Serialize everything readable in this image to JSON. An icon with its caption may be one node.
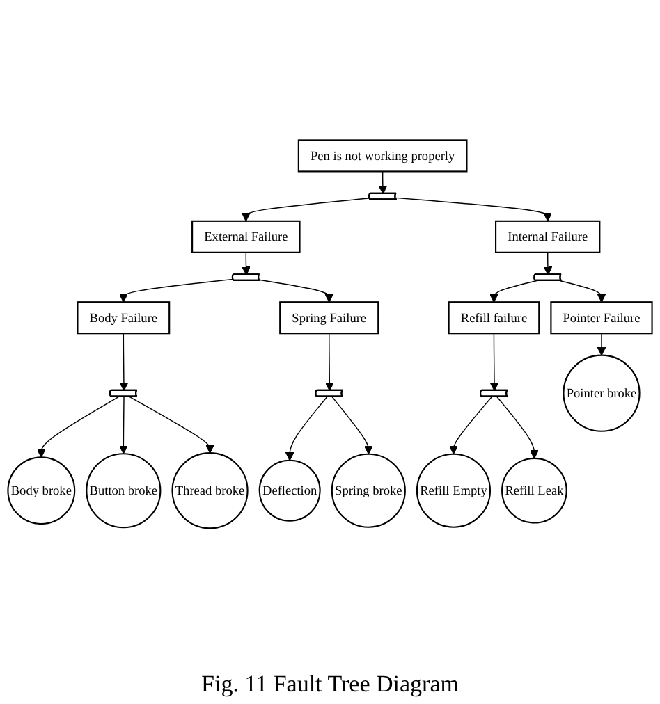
{
  "diagram": {
    "caption": "Fig. 11 Fault Tree Diagram",
    "nodes": [
      {
        "text": [
          "Pen is not working properly"
        ]
      },
      {
        "text": [],
        "shape": "gate"
      },
      {
        "text": [
          "External Failure"
        ]
      },
      {
        "text": [
          "Internal Failure"
        ]
      },
      {
        "text": [],
        "shape": "gate"
      },
      {
        "text": [],
        "shape": "gate"
      },
      {
        "text": [
          "Body Failure"
        ]
      },
      {
        "text": [
          "Spring Failure"
        ]
      },
      {
        "text": [
          "Refill failure"
        ]
      },
      {
        "text": [
          "Pointer Failure"
        ]
      },
      {
        "text": [],
        "shape": "gate"
      },
      {
        "text": [],
        "shape": "gate"
      },
      {
        "text": [],
        "shape": "gate"
      },
      {
        "text": [
          "Body broke"
        ]
      },
      {
        "text": [
          "Button broke"
        ]
      },
      {
        "text": [
          "Thread broke"
        ]
      },
      {
        "text": [
          "Deflection"
        ]
      },
      {
        "text": [
          "Spring broke"
        ]
      },
      {
        "text": [
          "Refill Empty"
        ]
      },
      {
        "text": [
          "Refill Leak"
        ]
      },
      {
        "text": [
          "Pointer broke"
        ]
      }
    ],
    "edges": [
      {
        "from": 0,
        "to": 1,
        "arrow": "to"
      },
      {
        "from": 1,
        "to": 2,
        "arrow": "to"
      },
      {
        "from": 1,
        "to": 3,
        "arrow": "to"
      },
      {
        "from": 2,
        "to": 4,
        "arrow": "to"
      },
      {
        "from": 3,
        "to": 5,
        "arrow": "to"
      },
      {
        "from": 4,
        "to": 6,
        "arrow": "to"
      },
      {
        "from": 4,
        "to": 7,
        "arrow": "to"
      },
      {
        "from": 5,
        "to": 8,
        "arrow": "to"
      },
      {
        "from": 5,
        "to": 9,
        "arrow": "to"
      },
      {
        "from": 6,
        "to": 10,
        "arrow": "to"
      },
      {
        "from": 7,
        "to": 11,
        "arrow": "to"
      },
      {
        "from": 8,
        "to": 12,
        "arrow": "to"
      },
      {
        "from": 9,
        "to": 20,
        "arrow": "to"
      },
      {
        "from": 10,
        "to": 13,
        "arrow": "to"
      },
      {
        "from": 10,
        "to": 14,
        "arrow": "to"
      },
      {
        "from": 10,
        "to": 15,
        "arrow": "to"
      },
      {
        "from": 11,
        "to": 16,
        "arrow": "to"
      },
      {
        "from": 11,
        "to": 17,
        "arrow": "to"
      },
      {
        "from": 12,
        "to": 18,
        "arrow": "to"
      },
      {
        "from": 12,
        "to": 19,
        "arrow": "to"
      }
    ]
  }
}
